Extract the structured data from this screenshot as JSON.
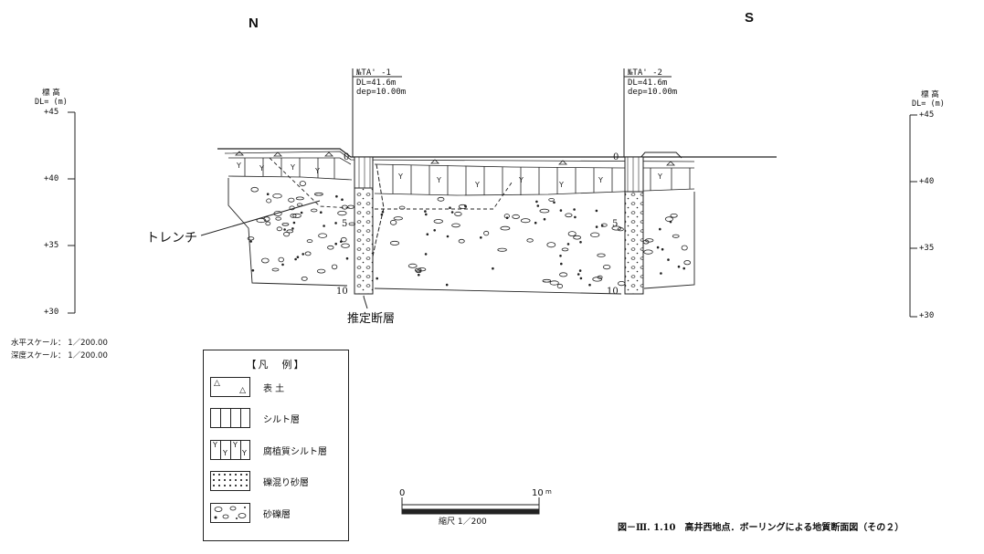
{
  "compass": {
    "north": "N",
    "south": "S"
  },
  "left_axis": {
    "label_line1": "標 高",
    "label_line2": "DL= (m)",
    "ticks": [
      "+45",
      "+40",
      "+35",
      "+30"
    ]
  },
  "right_axis": {
    "label_line1": "標 高",
    "label_line2": "DL= (m)",
    "ticks": [
      "+45",
      "+40",
      "+35",
      "+30"
    ]
  },
  "boring1": {
    "name": "№TA' -1",
    "dl": "DL=41.6m",
    "depth": "dep=10.00m",
    "depth_marks": [
      "0",
      "5",
      "10"
    ]
  },
  "boring2": {
    "name": "№TA' -2",
    "dl": "DL=41.6m",
    "depth": "dep=10.00m",
    "depth_marks": [
      "0",
      "5",
      "10"
    ]
  },
  "annotations": {
    "trench": "トレンチ",
    "fault": "推定断層"
  },
  "scales": {
    "horizontal": "水平スケール： 1／200.00",
    "vertical": "深度スケール： 1／200.00"
  },
  "legend": {
    "title": "【凡　例】",
    "items": [
      "表 土",
      "シルト層",
      "腐植質シルト層",
      "礫混り砂層",
      "砂礫層"
    ]
  },
  "scale_bar": {
    "start": "0",
    "end": "10",
    "unit": "m",
    "label": "縮尺 1／200"
  },
  "caption": "図－Ⅲ. 1.10　高井西地点．ボーリングによる地質断面図（その２）"
}
